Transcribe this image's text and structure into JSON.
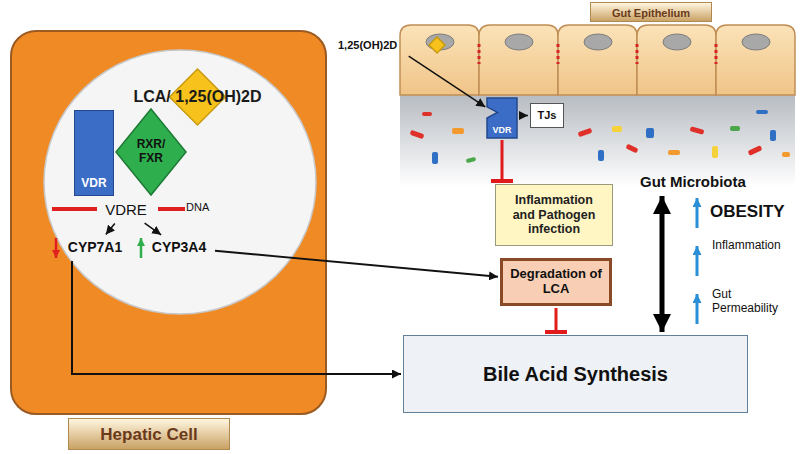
{
  "diagram": {
    "nodes": [
      {
        "text": [
          "Hepatic Cell"
        ]
      },
      {
        "text": [
          "LCA/ 1,25(OH)2D"
        ],
        "in": 0
      },
      {
        "text": [
          "VDR"
        ],
        "in": 0
      },
      {
        "text": [
          "RXR/ FXR"
        ],
        "in": 0
      },
      {
        "text": [
          "VDRE"
        ],
        "in": 0
      },
      {
        "text": [
          "CYP7A1"
        ],
        "in": 0
      },
      {
        "text": [
          "CYP3A4"
        ],
        "in": 0
      },
      {
        "text": [
          "Gut Epithelium"
        ]
      },
      {
        "text": [
          "VDR"
        ],
        "in": 7
      },
      {
        "text": [
          "TJs"
        ],
        "in": 7
      },
      {
        "text": [
          "1,25(OH)2D"
        ]
      },
      {
        "text": [
          "Inflammation and Pathogen infection"
        ]
      },
      {
        "text": [
          "Gut Microbiota"
        ]
      },
      {
        "text": [
          "Degradation of LCA"
        ]
      },
      {
        "text": [
          "Bile Acid Synthesis"
        ]
      }
    ],
    "edges": [
      {
        "from": 4,
        "to": 5,
        "arrow": "to"
      },
      {
        "from": 4,
        "to": 6,
        "arrow": "to"
      },
      {
        "from": 10,
        "to": 8,
        "arrow": "to"
      },
      {
        "from": 8,
        "to": 9,
        "arrow": "to"
      },
      {
        "from": 8,
        "to": 11,
        "arrow": "to"
      },
      {
        "from": 6,
        "to": 13,
        "arrow": "to"
      },
      {
        "from": 5,
        "to": 14,
        "arrow": "to"
      },
      {
        "from": 13,
        "to": 14,
        "arrow": "to"
      },
      {
        "from": 12,
        "to": 14,
        "arrow": "both"
      }
    ],
    "labels": [
      "DNA",
      "OBESITY",
      "Inflammation",
      "Gut Permeability"
    ]
  }
}
